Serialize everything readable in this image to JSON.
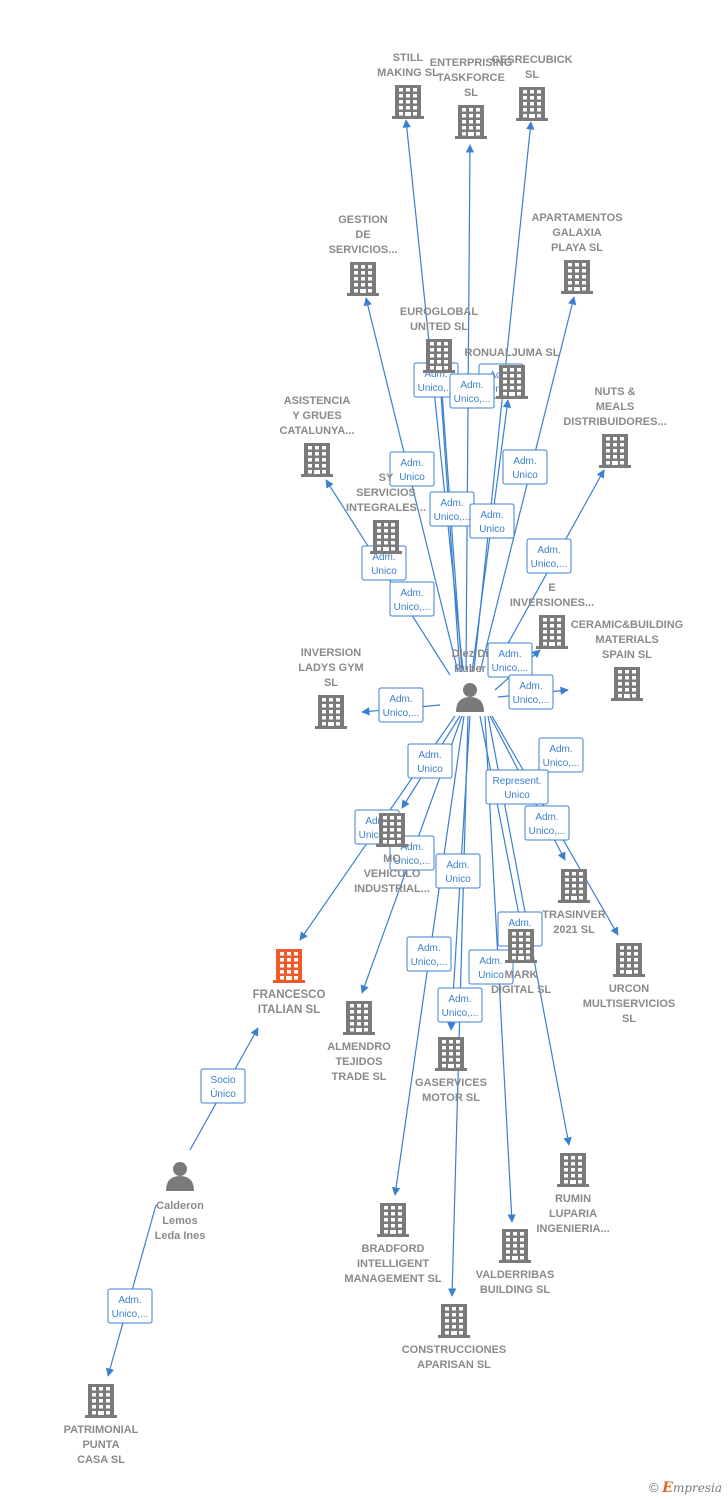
{
  "colors": {
    "edge": "#3b7fd0",
    "company": "#7a7a7a",
    "focus_company": "#f05a28",
    "person": "#7a7a7a",
    "label_text": "#8a8a8a"
  },
  "nodes": [
    {
      "id": "still",
      "type": "company",
      "label": [
        "STILL",
        "MAKING SL"
      ]
    },
    {
      "id": "enterprising",
      "type": "company",
      "label": [
        "ENTERPRISING",
        "TASKFORCE",
        "SL"
      ]
    },
    {
      "id": "gesrecubick",
      "type": "company",
      "label": [
        "GESRECUBICK",
        "SL"
      ]
    },
    {
      "id": "gestion",
      "type": "company",
      "label": [
        "GESTION",
        "DE",
        "SERVICIOS..."
      ]
    },
    {
      "id": "apartamentos",
      "type": "company",
      "label": [
        "APARTAMENTOS",
        "GALAXIA",
        "PLAYA SL"
      ]
    },
    {
      "id": "euroglobal",
      "type": "company",
      "label": [
        "EUROGLOBAL",
        "UNITED SL"
      ]
    },
    {
      "id": "ronualjuma",
      "type": "company",
      "label": [
        "RONUALJUMA SL"
      ]
    },
    {
      "id": "asistencia",
      "type": "company",
      "label": [
        "ASISTENCIA",
        "Y GRUES",
        "CATALUNYA..."
      ]
    },
    {
      "id": "nuts",
      "type": "company",
      "label": [
        "NUTS &",
        "MEALS",
        "DISTRIBUIDORES..."
      ]
    },
    {
      "id": "sy",
      "type": "company",
      "label": [
        "SY",
        "SERVICIOS",
        "INTEGRALES..."
      ]
    },
    {
      "id": "inversiones",
      "type": "company",
      "label": [
        "E",
        "INVERSIONES..."
      ]
    },
    {
      "id": "ceramic",
      "type": "company",
      "label": [
        "CERAMIC&BUILDING",
        "MATERIALS",
        "SPAIN SL"
      ]
    },
    {
      "id": "inversion_ladys",
      "type": "company",
      "label": [
        "INVERSION",
        "LADYS GYM",
        "SL"
      ]
    },
    {
      "id": "diez",
      "type": "person",
      "label": [
        "Diez Di",
        "Ruber"
      ]
    },
    {
      "id": "mo_vehiculo",
      "type": "company",
      "label": [
        "MO",
        "VEHICULO",
        "INDUSTRIAL..."
      ]
    },
    {
      "id": "trasinver",
      "type": "company",
      "label": [
        "TRASINVER",
        "2021 SL"
      ]
    },
    {
      "id": "urcon",
      "type": "company",
      "label": [
        "URCON",
        "MULTISERVICIOS",
        "SL"
      ]
    },
    {
      "id": "francesco",
      "type": "company",
      "focus": true,
      "label": [
        "FRANCESCO",
        "ITALIAN SL"
      ]
    },
    {
      "id": "almendro",
      "type": "company",
      "label": [
        "ALMENDRO",
        "TEJIDOS",
        "TRADE SL"
      ]
    },
    {
      "id": "gaservices",
      "type": "company",
      "label": [
        "GASERVICES",
        "MOTOR SL"
      ]
    },
    {
      "id": "mark_digital",
      "type": "company",
      "label": [
        "MARK",
        "DIGITAL SL"
      ]
    },
    {
      "id": "rumin",
      "type": "company",
      "label": [
        "RUMIN",
        "LUPARIA",
        "INGENIERIA..."
      ]
    },
    {
      "id": "calderon",
      "type": "person",
      "label": [
        "Calderon",
        "Lemos",
        "Leda Ines"
      ]
    },
    {
      "id": "bradford",
      "type": "company",
      "label": [
        "BRADFORD",
        "INTELLIGENT",
        "MANAGEMENT SL"
      ]
    },
    {
      "id": "valderribas",
      "type": "company",
      "label": [
        "VALDERRIBAS",
        "BUILDING SL"
      ]
    },
    {
      "id": "construcciones",
      "type": "company",
      "label": [
        "CONSTRUCCIONES",
        "APARISAN SL"
      ]
    },
    {
      "id": "patrimonial",
      "type": "company",
      "label": [
        "PATRIMONIAL",
        "PUNTA",
        "CASA SL"
      ]
    }
  ],
  "edges": [
    {
      "from": "diez",
      "to": "still",
      "label": [
        "Adm.",
        "Unico"
      ]
    },
    {
      "from": "diez",
      "to": "enterprising",
      "label": [
        "Adm.",
        "Unico,..."
      ]
    },
    {
      "from": "diez",
      "to": "gesrecubick",
      "label": [
        "Adm.",
        "Unico"
      ]
    },
    {
      "from": "diez",
      "to": "gestion",
      "label": [
        "Adm.",
        "Unico,..."
      ]
    },
    {
      "from": "diez",
      "to": "apartamentos",
      "label": [
        "Adm.",
        "Unico"
      ]
    },
    {
      "from": "diez",
      "to": "euroglobal",
      "label": [
        "Adm.",
        "Unico,..."
      ]
    },
    {
      "from": "diez",
      "to": "ronualjuma",
      "label": [
        "Adm.",
        "Unico"
      ]
    },
    {
      "from": "diez",
      "to": "asistencia",
      "label": [
        "Adm.",
        "Unico"
      ]
    },
    {
      "from": "diez",
      "to": "nuts",
      "label": [
        "Adm.",
        "Unico,..."
      ]
    },
    {
      "from": "diez",
      "to": "sy",
      "label": [
        "Adm.",
        "Unico,..."
      ]
    },
    {
      "from": "diez",
      "to": "inversiones",
      "label": [
        "Adm.",
        "Unico,..."
      ]
    },
    {
      "from": "diez",
      "to": "ceramic",
      "label": [
        "Adm.",
        "Unico,..."
      ]
    },
    {
      "from": "diez",
      "to": "inversion_ladys",
      "label": [
        "Adm.",
        "Unico,..."
      ]
    },
    {
      "from": "diez",
      "to": "mo_vehiculo",
      "label": [
        "Adm.",
        "Unico"
      ]
    },
    {
      "from": "diez",
      "to": "francesco",
      "label": [
        "Adm.",
        "Unico,..."
      ]
    },
    {
      "from": "diez",
      "to": "trasinver",
      "label": [
        "Adm.",
        "Unico,..."
      ]
    },
    {
      "from": "diez",
      "to": "urcon",
      "label": [
        "Represent.",
        "Unico"
      ]
    },
    {
      "from": "diez",
      "to": "almendro",
      "label": [
        "Adm.",
        "Unico,..."
      ]
    },
    {
      "from": "diez",
      "to": "gaservices",
      "label": [
        "Adm.",
        "Unico"
      ]
    },
    {
      "from": "diez",
      "to": "mark_digital",
      "label": [
        "Adm.",
        "Unico"
      ]
    },
    {
      "from": "diez",
      "to": "rumin",
      "label": [
        "Adm.",
        "Unico,..."
      ]
    },
    {
      "from": "diez",
      "to": "bradford",
      "label": [
        "Adm.",
        "Unico,..."
      ]
    },
    {
      "from": "diez",
      "to": "valderribas",
      "label": [
        "Adm.",
        "Unico"
      ]
    },
    {
      "from": "diez",
      "to": "construcciones",
      "label": [
        "Adm.",
        "Unico,..."
      ]
    },
    {
      "from": "calderon",
      "to": "francesco",
      "label": [
        "Socio",
        "Único"
      ]
    },
    {
      "from": "calderon",
      "to": "patrimonial",
      "label": [
        "Adm.",
        "Unico,..."
      ]
    }
  ],
  "footer": {
    "copyright_symbol": "©",
    "brand_initial": "E",
    "brand_rest": "mpresia"
  }
}
